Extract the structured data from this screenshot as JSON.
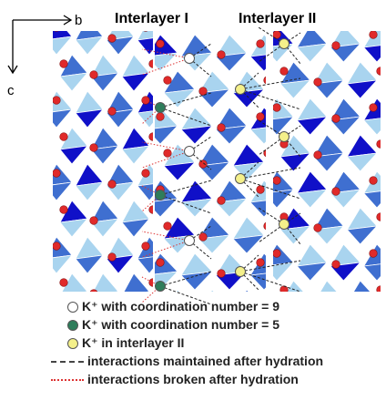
{
  "header": {
    "interlayer1": "Interlayer I",
    "interlayer2": "Interlayer II"
  },
  "axes": {
    "b": "b",
    "c": "c"
  },
  "legend": [
    {
      "symbol": "white-circle",
      "label": "K⁺ with coordination number = 9"
    },
    {
      "symbol": "green-circle",
      "label": "K⁺ with coordination number = 5"
    },
    {
      "symbol": "yellow-circle",
      "label": "K⁺ in interlayer II"
    },
    {
      "symbol": "black-dashed-line",
      "label": "interactions maintained after hydration"
    },
    {
      "symbol": "red-dotted-line",
      "label": "interactions broken after hydration"
    }
  ],
  "colors": {
    "dark_blue": "#1010c8",
    "medium_blue": "#3f6fd0",
    "light_blue": "#a9d4ef",
    "oxygen_red": "#e02a2a",
    "k_white": "#ffffff",
    "k_green": "#2e7d5b",
    "k_yellow": "#f4f08a"
  }
}
